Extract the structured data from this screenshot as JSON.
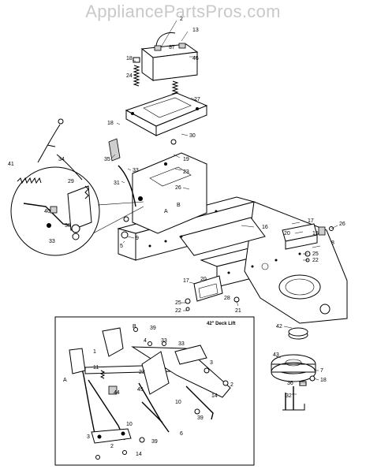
{
  "watermark": "AppliancePartsPros.com",
  "inset_caption": "42\" Deck Lift",
  "labels": {
    "c2a": "2",
    "c13": "13",
    "c37": "37",
    "c46": "46",
    "c18a": "18",
    "c24": "24",
    "c27": "27",
    "c18b": "18",
    "c30": "30",
    "c35": "35",
    "c33a": "33",
    "c31": "31",
    "c19": "19",
    "c23": "23",
    "c26a": "26",
    "c29": "29",
    "c41": "41",
    "c34": "34",
    "c40": "40",
    "c38": "38",
    "c33b": "33",
    "cAtop": "A",
    "cBtop": "B",
    "c9": "9",
    "c5": "5",
    "c16": "16",
    "c17a": "17",
    "c20a": "20",
    "c15": "15",
    "c26b": "26",
    "c8": "8",
    "c25a": "25",
    "c22a": "22",
    "c17b": "17",
    "c20b": "20",
    "c28": "28",
    "c25b": "25",
    "c22b": "22",
    "c21": "21",
    "c42": "42",
    "c43": "43",
    "c7": "7",
    "c18c": "18",
    "c36": "36",
    "c32": "32",
    "cBinset": "B",
    "c39a": "39",
    "c4": "4",
    "c33c": "33",
    "c33d": "33",
    "c1": "1",
    "c11": "11",
    "c23b": "23",
    "c3a": "3",
    "cAinset": "A",
    "c44": "44",
    "c45": "45",
    "c2b": "2",
    "c14a": "14",
    "c10a": "10",
    "c39b": "39",
    "c10b": "10",
    "c6": "6",
    "c3b": "3",
    "c2c": "2",
    "c14b": "14",
    "c39c": "39"
  }
}
